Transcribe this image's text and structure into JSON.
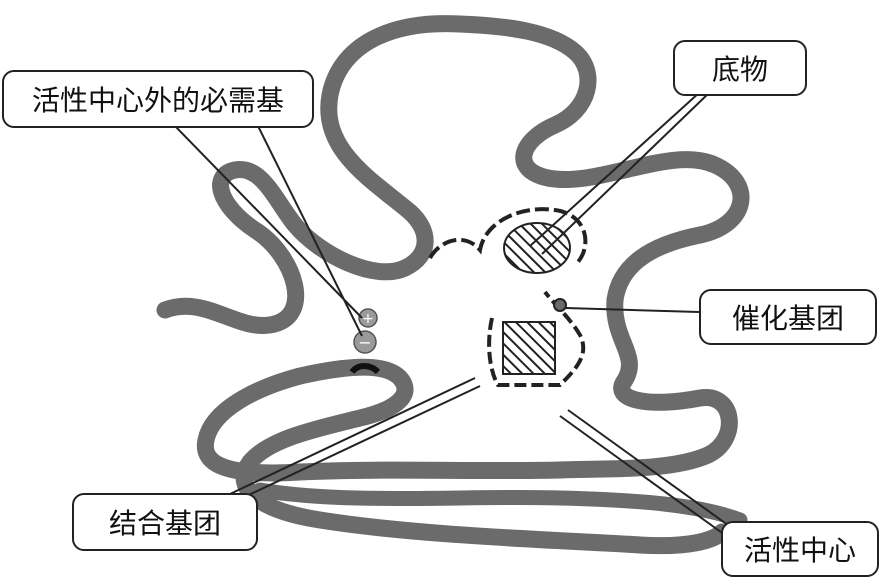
{
  "labels": {
    "required_group": "活性中心外的必需基",
    "substrate": "底物",
    "catalytic_group": "催化基团",
    "binding_group": "结合基团",
    "active_center": "活性中心"
  },
  "symbols": {
    "plus": "+",
    "minus": "−"
  },
  "colors": {
    "chain": "#6b6b6b",
    "outline": "#222222",
    "hatch": "#222222"
  }
}
